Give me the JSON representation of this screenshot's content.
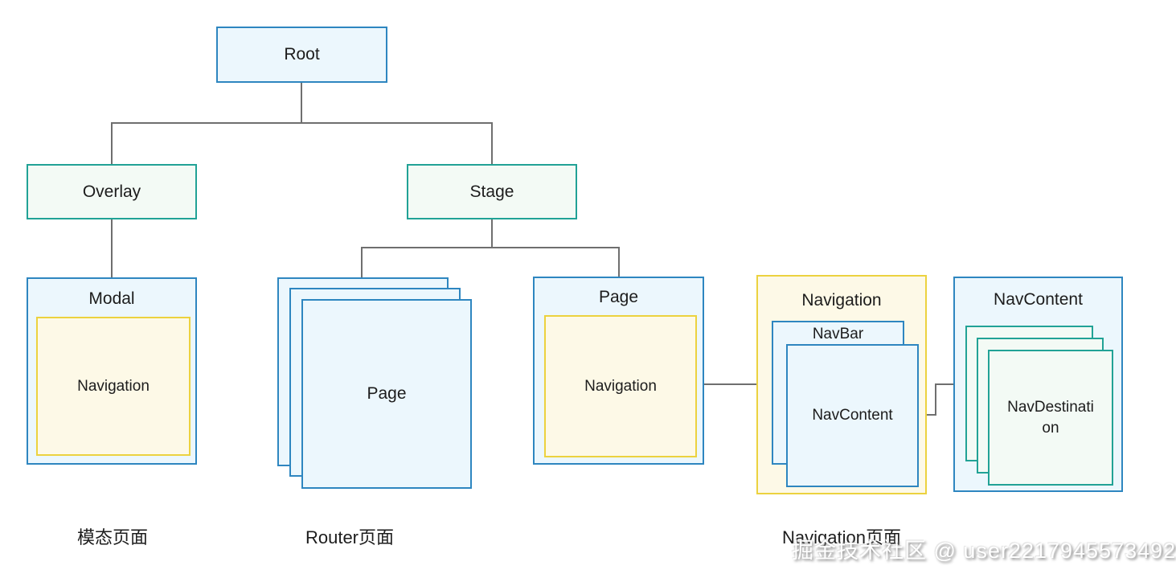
{
  "diagram": {
    "root": {
      "label": "Root"
    },
    "overlay": {
      "label": "Overlay"
    },
    "stage": {
      "label": "Stage"
    },
    "modal": {
      "title": "Modal",
      "inner_label": "Navigation"
    },
    "router_stack": {
      "front_label": "Page"
    },
    "page": {
      "title": "Page",
      "inner_label": "Navigation"
    },
    "navigation": {
      "title": "Navigation",
      "navbar_label": "NavBar",
      "navcontent_label": "NavContent"
    },
    "navcontent": {
      "title": "NavContent",
      "inner_label": "NavDestination"
    }
  },
  "captions": {
    "modal": "模态页面",
    "router": "Router页面",
    "navigation": "Navigation页面"
  },
  "watermark": "掘金技术社区 @ user2217945573492",
  "colors": {
    "blue_border": "#2e86c0",
    "blue_fill": "#ecf7fd",
    "teal_border": "#21a296",
    "teal_fill": "#f3faf5",
    "yellow_border": "#ecd23f",
    "yellow_fill": "#fdf9e7",
    "connector": "#6f6f6f",
    "text": "#1c1c1c"
  }
}
